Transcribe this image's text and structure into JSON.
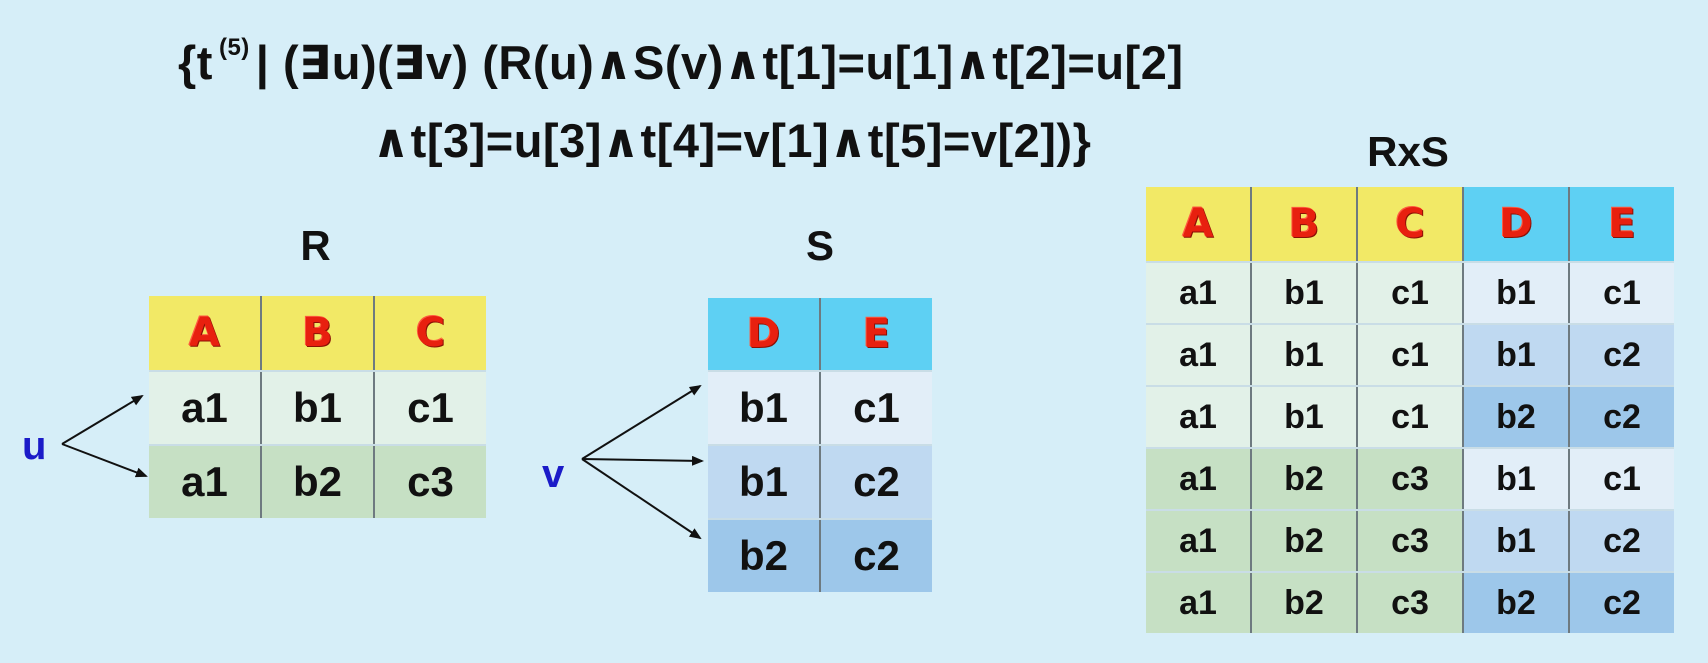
{
  "formula": {
    "line1_prefix": "{t",
    "line1_sup": "(5)",
    "line1_rest": "| (∃u)(∃v) (R(u)∧S(v)∧t[1]=u[1]∧t[2]=u[2]",
    "line2": "∧t[3]=u[3]∧t[4]=v[1]∧t[5]=v[2])}"
  },
  "R": {
    "title": "R",
    "headers": [
      "A",
      "B",
      "C"
    ],
    "rows": [
      [
        "a1",
        "b1",
        "c1"
      ],
      [
        "a1",
        "b2",
        "c3"
      ]
    ]
  },
  "S": {
    "title": "S",
    "headers": [
      "D",
      "E"
    ],
    "rows": [
      [
        "b1",
        "c1"
      ],
      [
        "b1",
        "c2"
      ],
      [
        "b2",
        "c2"
      ]
    ]
  },
  "RxS": {
    "title": "RxS",
    "headers": [
      "A",
      "B",
      "C",
      "D",
      "E"
    ],
    "rows": [
      [
        "a1",
        "b1",
        "c1",
        "b1",
        "c1"
      ],
      [
        "a1",
        "b1",
        "c1",
        "b1",
        "c2"
      ],
      [
        "a1",
        "b1",
        "c1",
        "b2",
        "c2"
      ],
      [
        "a1",
        "b2",
        "c3",
        "b1",
        "c1"
      ],
      [
        "a1",
        "b2",
        "c3",
        "b1",
        "c2"
      ],
      [
        "a1",
        "b2",
        "c3",
        "b2",
        "c2"
      ]
    ]
  },
  "variables": {
    "u": "u",
    "v": "v"
  },
  "colors": {
    "background": "#d6eef8",
    "header_yellow": "#f2e966",
    "header_blue": "#5ed0f3",
    "header_text": "#e8200f",
    "variable_text": "#1b1bc8"
  }
}
